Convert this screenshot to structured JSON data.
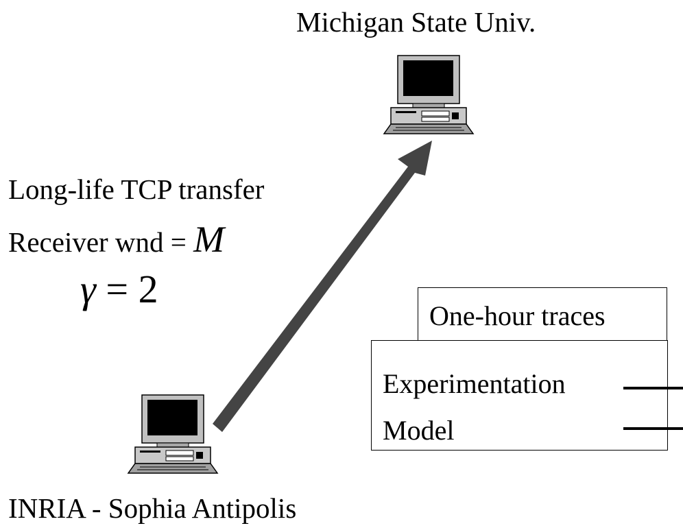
{
  "nodes": {
    "remote_host": "Michigan State Univ.",
    "local_host": "INRIA - Sophia Antipolis"
  },
  "connection": {
    "line1": "Long-life TCP transfer",
    "line2_prefix": "Receiver wnd = ",
    "line2_symbol": "M",
    "gamma_symbol": "γ",
    "gamma_rest": " = 2"
  },
  "traces_label": "One-hour traces",
  "legend": {
    "items": [
      {
        "label": "Experimentation"
      },
      {
        "label": "Model"
      }
    ]
  },
  "icons": {
    "computer_icon": "desktop-computer",
    "arrow": "up-right-arrow"
  },
  "colors": {
    "arrow": "#444444",
    "text": "#000000"
  }
}
